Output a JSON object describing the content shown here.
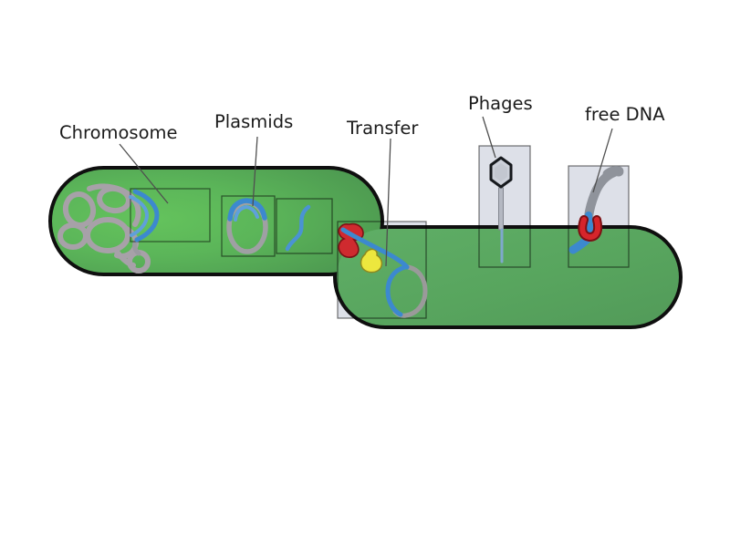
{
  "figure": {
    "kind": "bacteria-gene-transfer-diagram",
    "labels": {
      "chromosome": "Chromosome",
      "plasmids": "Plasmids",
      "transfer": "Transfer",
      "phages": "Phages",
      "free_dna": "free DNA"
    },
    "colors": {
      "background": "#ffffff",
      "cell_fill": "#58a55e",
      "cell_fill_light": "#64c35c",
      "cell_outline": "#0f0f0f",
      "dna_gray": "#a7a1a8",
      "dna_blue": "#3c89cf",
      "dna_blue_light": "#5fa0da",
      "pilus_red": "#cf2a2f",
      "receptor_red": "#d6252b",
      "vesicle_yellow": "#ede73e",
      "callout_box_fill": "#dde0e8",
      "phage_head_fill": "#ccd0d9"
    }
  }
}
